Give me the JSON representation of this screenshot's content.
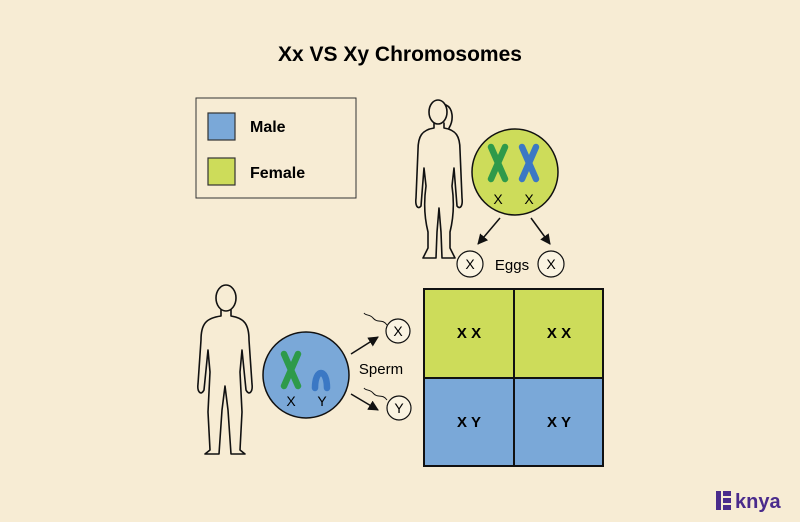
{
  "title": "Xx VS Xy Chromosomes",
  "legend": {
    "items": [
      {
        "label": "Male",
        "color": "#7aa8d8"
      },
      {
        "label": "Female",
        "color": "#cddc5a"
      }
    ]
  },
  "female": {
    "chromosomes": [
      "X",
      "X"
    ],
    "gamete_label": "Eggs",
    "gametes": [
      "X",
      "X"
    ]
  },
  "male": {
    "chromosomes": [
      "X",
      "Y"
    ],
    "gamete_label": "Sperm",
    "gametes": [
      "X",
      "Y"
    ]
  },
  "punnett": {
    "cells": [
      {
        "label": "X X",
        "sex": "female"
      },
      {
        "label": "X X",
        "sex": "female"
      },
      {
        "label": "X Y",
        "sex": "male"
      },
      {
        "label": "X Y",
        "sex": "male"
      }
    ]
  },
  "colors": {
    "background": "#f7ecd4",
    "male": "#7aa8d8",
    "female": "#cddc5a",
    "chromosome_green": "#2e9a4a",
    "chromosome_blue": "#3b78c4",
    "brand": "#4a2b8c"
  },
  "brand": {
    "name": "knya",
    "icon": "knya-logo-icon"
  }
}
